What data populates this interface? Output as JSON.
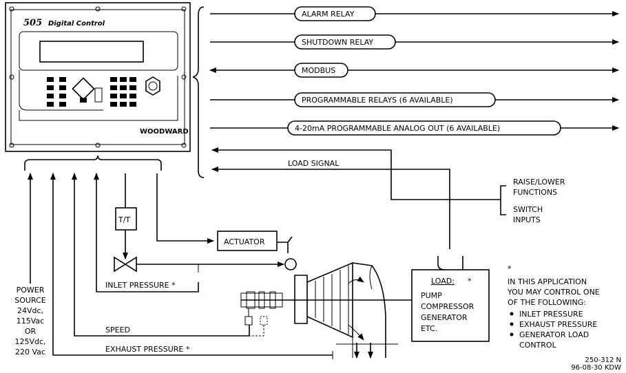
{
  "controller": {
    "model": "505",
    "subtitle": "Digital Control",
    "brand": "WOODWARD"
  },
  "outputs": [
    "ALARM RELAY",
    "SHUTDOWN RELAY",
    "MODBUS",
    "PROGRAMMABLE RELAYS (6 AVAILABLE)",
    "4-20mA PROGRAMMABLE ANALOG OUT (6 AVAILABLE)"
  ],
  "load_signal": "LOAD SIGNAL",
  "raise_lower": [
    "RAISE/LOWER",
    "FUNCTIONS"
  ],
  "switch_inputs": [
    "SWITCH",
    "INPUTS"
  ],
  "tt_label": "T/T",
  "actuator_label": "ACTUATOR",
  "inlet_pressure": "INLET PRESSURE *",
  "speed": "SPEED",
  "exhaust_pressure": "EXHAUST PRESSURE *",
  "power_source": [
    "POWER",
    "SOURCE",
    "24Vdc,",
    "115Vac",
    "OR",
    "125Vdc,",
    "220 Vac"
  ],
  "load_box": {
    "title": "LOAD:",
    "star": "*",
    "lines": [
      "PUMP",
      "COMPRESSOR",
      "GENERATOR",
      "ETC."
    ]
  },
  "note": {
    "star": "*",
    "lines": [
      "IN THIS APPLICATION",
      "YOU MAY CONTROL ONE",
      "OF THE FOLLOWING:"
    ],
    "bullets": [
      "INLET PRESSURE",
      "EXHAUST PRESSURE",
      "GENERATOR LOAD",
      "CONTROL"
    ]
  },
  "drawing_ref": [
    "250-312 N",
    "96-08-30 KDW"
  ]
}
